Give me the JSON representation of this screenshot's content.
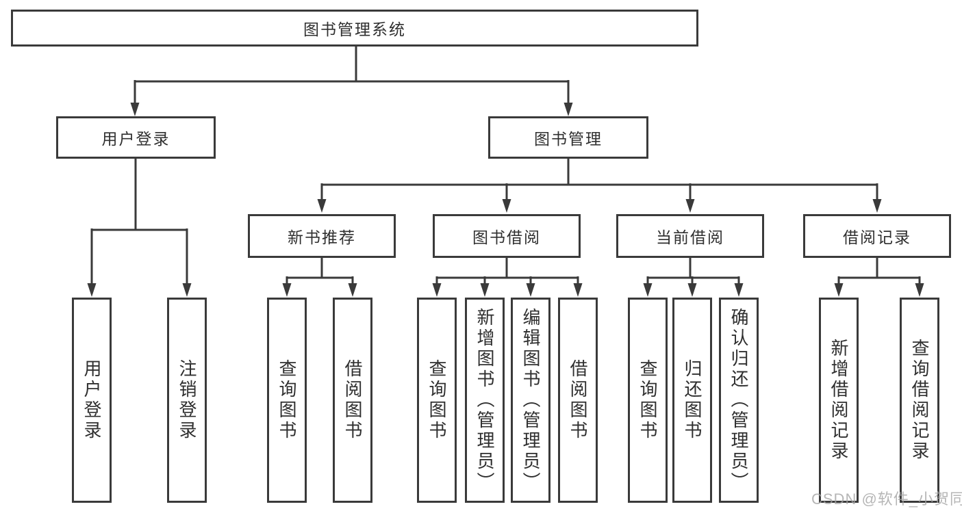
{
  "diagram": {
    "root": {
      "label": "图书管理系统",
      "children": [
        {
          "label": "用户登录",
          "children": [
            {
              "label": "用户登录"
            },
            {
              "label": "注销登录"
            }
          ]
        },
        {
          "label": "图书管理",
          "children": [
            {
              "label": "新书推荐",
              "children": [
                {
                  "label": "查询图书"
                },
                {
                  "label": "借阅图书"
                }
              ]
            },
            {
              "label": "图书借阅",
              "children": [
                {
                  "label": "查询图书"
                },
                {
                  "label": "新增图书（管理员）"
                },
                {
                  "label": "编辑图书（管理员）"
                },
                {
                  "label": "借阅图书"
                }
              ]
            },
            {
              "label": "当前借阅",
              "children": [
                {
                  "label": "查询图书"
                },
                {
                  "label": "归还图书"
                },
                {
                  "label": "确认归还（管理员）"
                }
              ]
            },
            {
              "label": "借阅记录",
              "children": [
                {
                  "label": "新增借阅记录"
                },
                {
                  "label": "查询借阅记录"
                }
              ]
            }
          ]
        }
      ]
    }
  },
  "watermark": {
    "text": "CSDN @软件_小贺同学"
  },
  "colors": {
    "line": "#3a3a3a",
    "text": "#2f2f2f",
    "box_background": "#ffffff",
    "watermark": "#a4a4a4"
  }
}
